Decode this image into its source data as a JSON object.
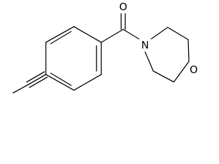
{
  "molecule": {
    "atoms": {
      "carbonyl_oxygen": "O",
      "amide_nitrogen": "N",
      "ring_oxygen": "O"
    }
  },
  "colors": {
    "bond": "#000000",
    "label": "#000000",
    "background": "#ffffff"
  }
}
